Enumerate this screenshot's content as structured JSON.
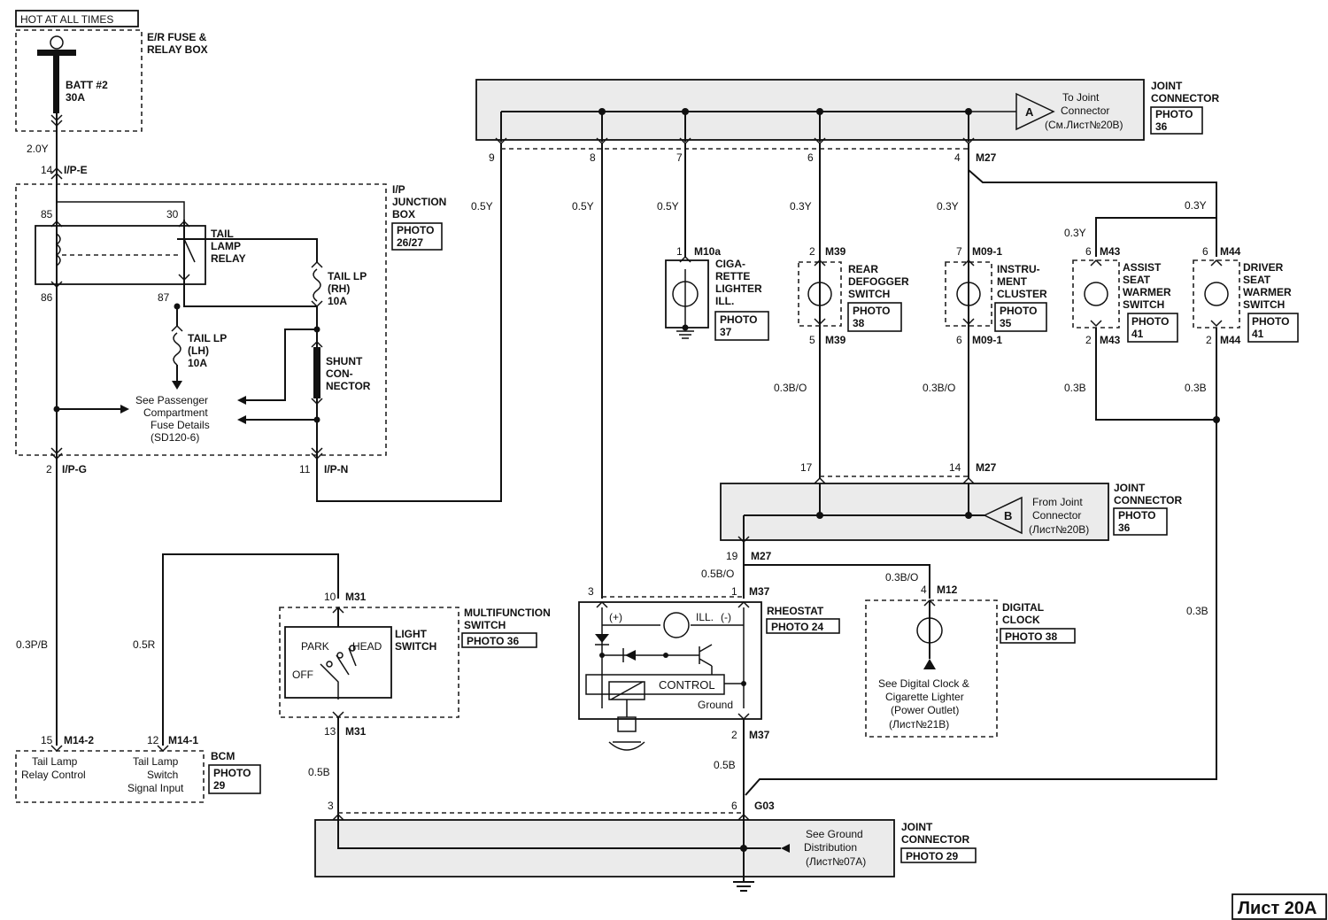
{
  "sheet": "Лист 20A",
  "hot_label": "HOT AT ALL TIMES",
  "er_box": {
    "l1": "E/R FUSE &",
    "l2": "RELAY BOX",
    "fuse_name": "BATT #2",
    "fuse_amp": "30A"
  },
  "ipj": {
    "l1": "I/P",
    "l2": "JUNCTION",
    "l3": "BOX",
    "photo1": "PHOTO",
    "photo2": "26/27"
  },
  "relay": {
    "l1": "TAIL",
    "l2": "LAMP",
    "l3": "RELAY",
    "p85": "85",
    "p30": "30",
    "p86": "86",
    "p87": "87"
  },
  "fuse_rh": {
    "l1": "TAIL LP",
    "l2": "(RH)",
    "l3": "10A"
  },
  "fuse_lh": {
    "l1": "TAIL LP",
    "l2": "(LH)",
    "l3": "10A"
  },
  "shunt": {
    "l1": "SHUNT",
    "l2": "CON-",
    "l3": "NECTOR"
  },
  "see_passenger": {
    "l1": "See Passenger",
    "l2": "Compartment",
    "l3": "Fuse Details",
    "l4": "(SD120-6)"
  },
  "joint_top": {
    "l1": "JOINT",
    "l2": "CONNECTOR",
    "photo1": "PHOTO",
    "photo2": "36",
    "tag": "A",
    "to1": "To Joint",
    "to2": "Connector",
    "to3": "(См.Лист№20B)"
  },
  "joint_mid": {
    "l1": "JOINT",
    "l2": "CONNECTOR",
    "photo1": "PHOTO",
    "photo2": "36",
    "tag": "B",
    "from1": "From Joint",
    "from2": "Connector",
    "from3": "(Лист№20B)"
  },
  "joint_bot": {
    "l1": "JOINT",
    "l2": "CONNECTOR",
    "photo": "PHOTO 29",
    "see1": "See Ground",
    "see2": "Distribution",
    "see3": "(Лист№07A)"
  },
  "conn": {
    "ipe": "I/P-E",
    "ipe_pin": "14",
    "ipg": "I/P-G",
    "ipg_pin": "2",
    "ipn": "I/P-N",
    "ipn_pin": "11",
    "m27": "M27",
    "m10a": "M10a",
    "m39": "M39",
    "m091": "M09-1",
    "m43": "M43",
    "m44": "M44",
    "m31": "M31",
    "m37": "M37",
    "m12": "M12",
    "m142": "M14-2",
    "m141": "M14-1",
    "g03": "G03"
  },
  "pins": {
    "j9": "9",
    "j8": "8",
    "j7": "7",
    "j6": "6",
    "j4": "4",
    "cig1": "1",
    "rear2": "2",
    "rear5": "5",
    "ins7": "7",
    "ins6": "6",
    "as6": "6",
    "as2": "2",
    "dr6": "6",
    "dr2": "2",
    "j17": "17",
    "j14": "14",
    "j19": "19",
    "m31a": "10",
    "m31b": "13",
    "rh3": "3",
    "rh1": "1",
    "rh2": "2",
    "clk4": "4",
    "bcm15": "15",
    "bcm12": "12",
    "g3": "3",
    "g6": "6"
  },
  "wires": {
    "w20y": "2.0Y",
    "w05y_a": "0.5Y",
    "w05y_b": "0.5Y",
    "w05y_c": "0.5Y",
    "w03y_a": "0.3Y",
    "w03y_b": "0.3Y",
    "w03y_c": "0.3Y",
    "w03y_d": "0.3Y",
    "w03bo_a": "0.3B/O",
    "w03bo_b": "0.3B/O",
    "w05bo": "0.5B/O",
    "w03bo_c": "0.3B/O",
    "w03b_a": "0.3B",
    "w03b_b": "0.3B",
    "w03b_c": "0.3B",
    "w03pb": "0.3P/B",
    "w05r": "0.5R",
    "w05b_a": "0.5B",
    "w05b_b": "0.5B"
  },
  "cigar": {
    "l1": "CIGA-",
    "l2": "RETTE",
    "l3": "LIGHTER",
    "l4": "ILL.",
    "photo1": "PHOTO",
    "photo2": "37"
  },
  "rear": {
    "l1": "REAR",
    "l2": "DEFOGGER",
    "l3": "SWITCH",
    "photo1": "PHOTO",
    "photo2": "38"
  },
  "instr": {
    "l1": "INSTRU-",
    "l2": "MENT",
    "l3": "CLUSTER",
    "photo1": "PHOTO",
    "photo2": "35"
  },
  "assist": {
    "l1": "ASSIST",
    "l2": "SEAT",
    "l3": "WARMER",
    "l4": "SWITCH",
    "photo1": "PHOTO",
    "photo2": "41"
  },
  "driver": {
    "l1": "DRIVER",
    "l2": "SEAT",
    "l3": "WARMER",
    "l4": "SWITCH",
    "photo1": "PHOTO",
    "photo2": "41"
  },
  "multi": {
    "l1": "MULTIFUNCTION",
    "l2": "SWITCH",
    "photo": "PHOTO 36",
    "light1": "LIGHT",
    "light2": "SWITCH",
    "park": "PARK",
    "head": "HEAD",
    "off": "OFF"
  },
  "rheo": {
    "title": "RHEOSTAT",
    "photo": "PHOTO 24",
    "plus": "(+)",
    "ill": "ILL.",
    "minus": "(-)",
    "control": "CONTROL",
    "ground": "Ground"
  },
  "clock": {
    "l1": "DIGITAL",
    "l2": "CLOCK",
    "photo": "PHOTO 38",
    "see1": "See Digital Clock &",
    "see2": "Cigarette Lighter",
    "see3": "(Power Outlet)",
    "see4": "(Лист№21B)"
  },
  "bcm": {
    "title": "BCM",
    "photo1": "PHOTO",
    "photo2": "29",
    "c1a": "Tail Lamp",
    "c1b": "Relay Control",
    "c2a": "Tail Lamp",
    "c2b": "Switch",
    "c2c": "Signal Input"
  }
}
